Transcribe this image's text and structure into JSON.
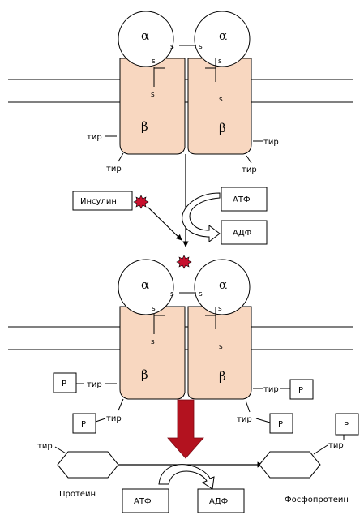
{
  "labels": {
    "alpha": "α",
    "beta": "β",
    "s": "s",
    "tyr": "тир",
    "insulin": "Инсулин",
    "atp": "АТФ",
    "adp": "АДФ",
    "p": "P",
    "protein": "Протеин",
    "phosphoprotein": "Фосфопротеин"
  },
  "colors": {
    "receptor_fill": "#f8d7c0",
    "insulin_fill": "#c8102e",
    "big_arrow": "#b3121f",
    "line": "#000000"
  }
}
